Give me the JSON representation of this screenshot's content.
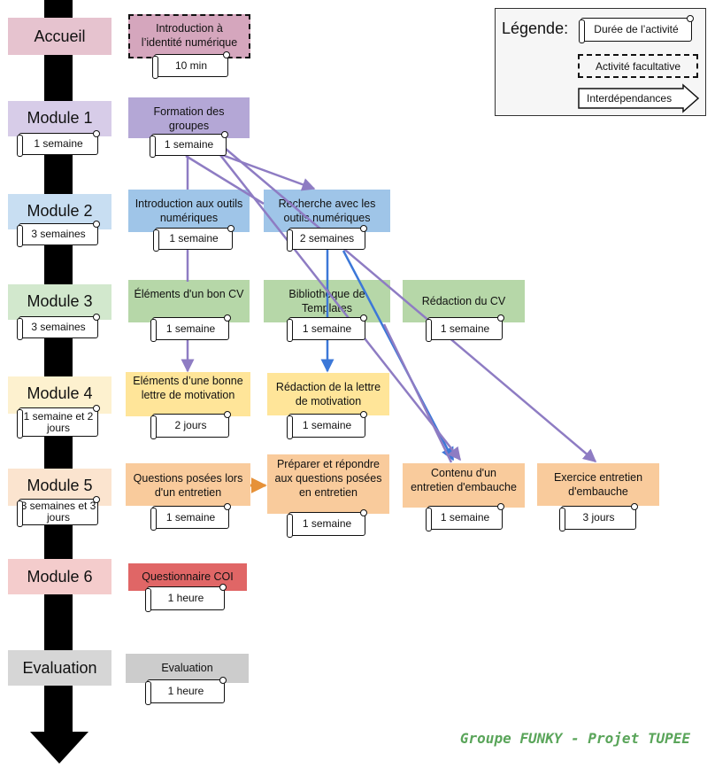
{
  "colors": {
    "pink": "#e6c3cf",
    "lilac": "#d7cce8",
    "lightblue": "#c8def2",
    "lightgreen": "#d2e8cd",
    "lightyellow": "#fdf1cf",
    "lightpeach": "#fbe4cf",
    "lightgray": "#d6d6d6",
    "mauve": "#d5a6bd",
    "purple": "#b4a7d6",
    "blue": "#9fc5e8",
    "green": "#b6d7a8",
    "yellow": "#ffe599",
    "orange": "#f9cb9c",
    "red": "#e06666",
    "gray": "#cccccc",
    "arrow_purple": "#8e7cc3",
    "arrow_blue": "#3c78d8",
    "arrow_orange": "#e69138"
  },
  "modules": [
    {
      "label": "Accueil",
      "duration": ""
    },
    {
      "label": "Module 1",
      "duration": "1 semaine"
    },
    {
      "label": "Module 2",
      "duration": "3 semaines"
    },
    {
      "label": "Module 3",
      "duration": "3 semaines"
    },
    {
      "label": "Module 4",
      "duration": "1 semaine et 2 jours"
    },
    {
      "label": "Module 5",
      "duration": "3 semaines et 3 jours"
    },
    {
      "label": "Module 6",
      "duration": ""
    },
    {
      "label": "Evaluation",
      "duration": ""
    }
  ],
  "activities": [
    {
      "title": "Introduction à l’identité numérique",
      "duration": "10 min",
      "optional": true
    },
    {
      "title": "Formation des groupes",
      "duration": "1 semaine"
    },
    {
      "title": "Introduction aux outils numériques",
      "duration": "1 semaine"
    },
    {
      "title": "Recherche avec les outils numériques",
      "duration": "2 semaines"
    },
    {
      "title": "Éléments d'un bon CV",
      "duration": "1 semaine"
    },
    {
      "title": "Bibliothèque de Templates",
      "duration": "1 semaine"
    },
    {
      "title": "Rédaction du CV",
      "duration": "1 semaine"
    },
    {
      "title": "Eléments d’une bonne lettre de motivation",
      "duration": "2 jours"
    },
    {
      "title": "Rédaction de la lettre de motivation",
      "duration": "1 semaine"
    },
    {
      "title": "Questions posées lors d'un entretien",
      "duration": "1 semaine"
    },
    {
      "title": "Préparer et répondre aux questions posées en entretien",
      "duration": "1 semaine"
    },
    {
      "title": "Contenu d'un entretien d'embauche",
      "duration": "1 semaine"
    },
    {
      "title": "Exercice entretien d'embauche",
      "duration": "3 jours"
    },
    {
      "title": "Questionnaire COI",
      "duration": "1 heure"
    },
    {
      "title": "Evaluation",
      "duration": "1 heure"
    }
  ],
  "legend": {
    "title": "Légende:",
    "duration": "Durée de l’activité",
    "optional": "Activité facultative",
    "dependencies": "Interdépendances"
  },
  "footer": "Groupe FUNKY - Projet TUPEE"
}
